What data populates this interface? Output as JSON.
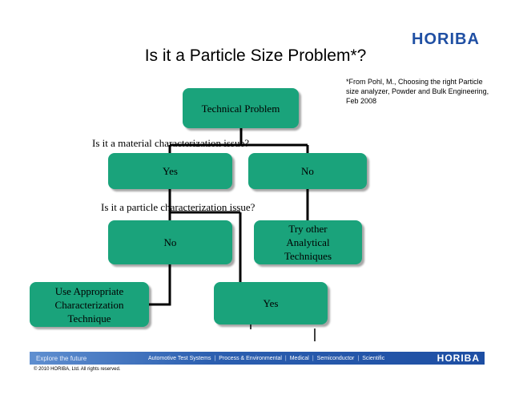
{
  "slide": {
    "title": "Is it a Particle Size Problem*?",
    "brand": "HORIBA",
    "note": "*From Pohl, M., Choosing the right Particle size analyzer, Powder and Bulk Engineering, Feb 2008"
  },
  "flowchart": {
    "nodes": {
      "technical_problem": "Technical Problem",
      "yes_1": "Yes",
      "no_1": "No",
      "no_2": "No",
      "try_other": "Try other Analytical Techniques",
      "use_appropriate": "Use Appropriate Characterization Technique",
      "yes_2": "Yes"
    },
    "questions": {
      "material": "Is it a material characterization issue?",
      "particle": "Is it a particle characterization issue?"
    }
  },
  "footer": {
    "tagline": "Explore the future",
    "categories": [
      "Automotive Test Systems",
      "Process & Environmental",
      "Medical",
      "Semiconductor",
      "Scientific"
    ],
    "separator": "|",
    "logo": "HORIBA",
    "copyright": "© 2010 HORIBA, Ltd. All rights reserved."
  },
  "colors": {
    "node_fill": "#1aa37b",
    "brand_blue": "#1f4fa3",
    "connector": "#000000"
  }
}
